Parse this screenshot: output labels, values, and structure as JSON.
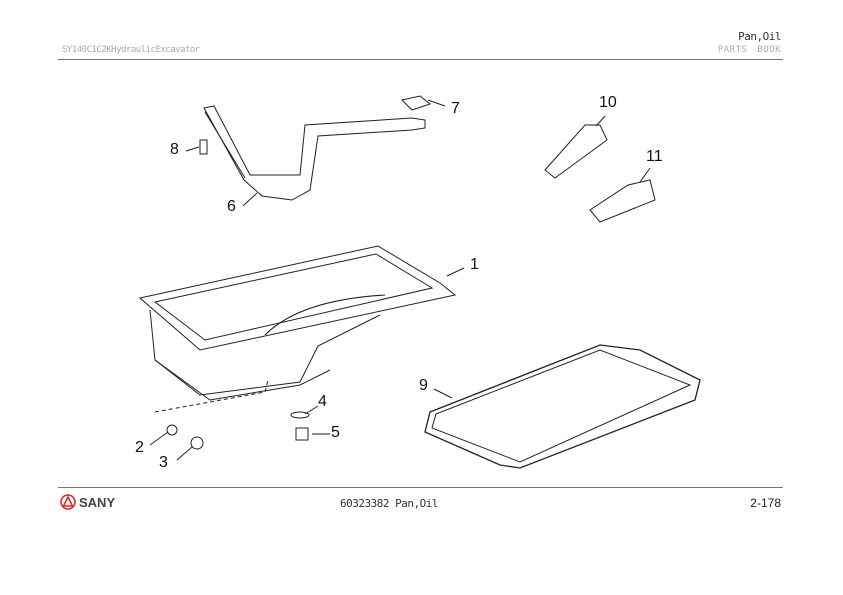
{
  "header": {
    "title": "Pan,Oil",
    "model": "SY140C1C2KHydraulicExcavator",
    "book": "PARTS BOOK"
  },
  "footer": {
    "logo": "SANY",
    "part_caption": "60323382 Pan,Oil",
    "page_number": "2-178"
  },
  "callouts": [
    "1",
    "2",
    "3",
    "4",
    "5",
    "6",
    "7",
    "8",
    "9",
    "10",
    "11"
  ]
}
